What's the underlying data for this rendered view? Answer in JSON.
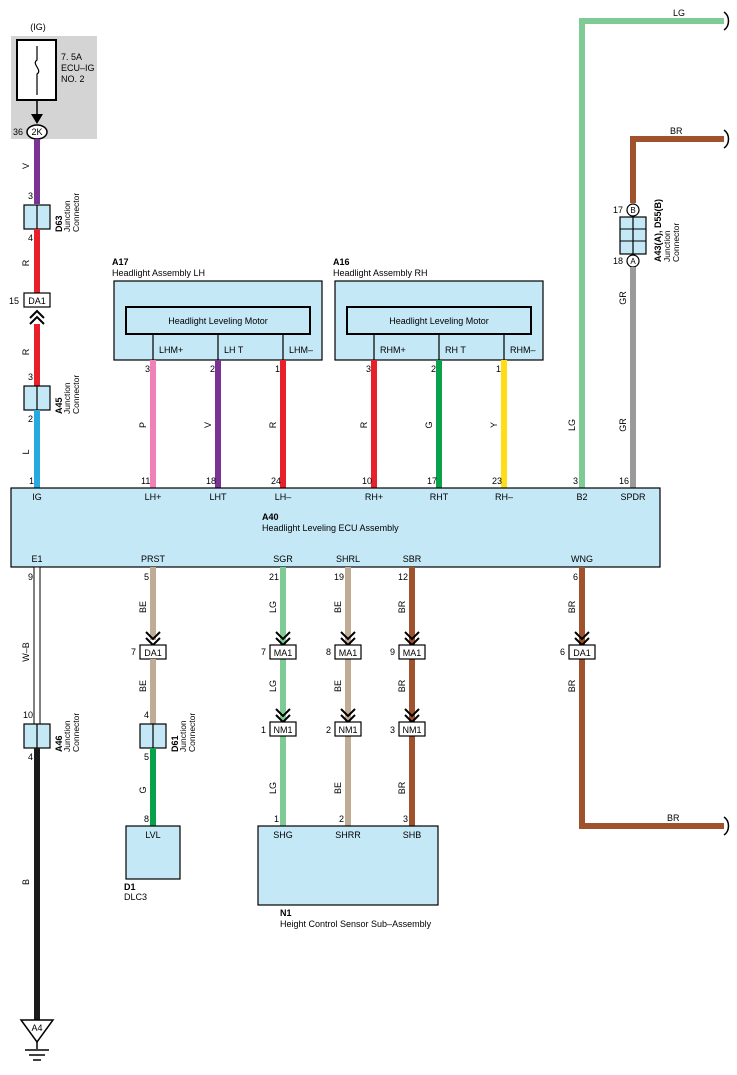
{
  "fuse": {
    "ig": "(IG)",
    "rating": "7. 5A",
    "name": "ECU–IG",
    "no": "NO. 2"
  },
  "top_labels": {
    "pin36": "36",
    "conn_2k": "2K"
  },
  "d63": {
    "code": "D63",
    "desc1": "Junction",
    "desc2": "Connector",
    "pin_top": "3",
    "pin_bot": "4"
  },
  "a45": {
    "code": "A45",
    "desc1": "Junction",
    "desc2": "Connector",
    "pin_top": "3",
    "pin_bot": "2"
  },
  "da1_top": {
    "pin": "15",
    "label": "DA1"
  },
  "wire_colors": {
    "v": "V",
    "r": "R",
    "r2": "R",
    "l": "L",
    "p": "P",
    "v2": "V",
    "r3": "R",
    "r4": "R",
    "g": "G",
    "y": "Y",
    "lg": "LG",
    "gr1": "GR",
    "gr2": "GR",
    "lg_top": "LG",
    "br_top": "BR",
    "br_bot": "BR",
    "wb": "W–B",
    "b": "B",
    "be1": "BE",
    "be2": "BE",
    "g2": "G",
    "lg1": "LG",
    "lg2": "LG",
    "lg3": "LG",
    "be3": "BE",
    "be4": "BE",
    "be5": "BE",
    "br1": "BR",
    "br2": "BR",
    "br3": "BR",
    "br4": "BR",
    "br5": "BR"
  },
  "a17": {
    "code": "A17",
    "name": "Headlight Assembly LH",
    "motor": "Headlight Leveling Motor",
    "t1": "LHM+",
    "t2": "LH T",
    "t3": "LHM–",
    "p1": "3",
    "p2": "2",
    "p3": "1"
  },
  "a16": {
    "code": "A16",
    "name": "Headlight Assembly RH",
    "motor": "Headlight Leveling Motor",
    "t1": "RHM+",
    "t2": "RH T",
    "t3": "RHM–",
    "p1": "3",
    "p2": "2",
    "p3": "1"
  },
  "a43": {
    "code": "A43(A), D55(B)",
    "desc1": "Junction",
    "desc2": "Connector",
    "pin_b": "17",
    "pin_a": "18",
    "lb": "B",
    "la": "A"
  },
  "a40": {
    "code": "A40",
    "name": "Headlight Leveling ECU Assembly",
    "top_pins": [
      {
        "num": "1",
        "term": "IG"
      },
      {
        "num": "11",
        "term": "LH+"
      },
      {
        "num": "18",
        "term": "LHT"
      },
      {
        "num": "24",
        "term": "LH–"
      },
      {
        "num": "10",
        "term": "RH+"
      },
      {
        "num": "17",
        "term": "RHT"
      },
      {
        "num": "23",
        "term": "RH–"
      },
      {
        "num": "3",
        "term": "B2"
      },
      {
        "num": "16",
        "term": "SPDR"
      }
    ],
    "bottom_pins": [
      {
        "num": "9",
        "term": "E1"
      },
      {
        "num": "5",
        "term": "PRST"
      },
      {
        "num": "21",
        "term": "SGR"
      },
      {
        "num": "19",
        "term": "SHRL"
      },
      {
        "num": "12",
        "term": "SBR"
      },
      {
        "num": "6",
        "term": "WNG"
      }
    ]
  },
  "ma1": {
    "label": "MA1",
    "p1": "7",
    "p2": "8",
    "p3": "9"
  },
  "nm1": {
    "label": "NM1",
    "p1": "1",
    "p2": "2",
    "p3": "3"
  },
  "da1_low": {
    "label": "DA1",
    "p_left": "7",
    "p_right": "6"
  },
  "a46": {
    "code": "A46",
    "desc1": "Junction",
    "desc2": "Connector",
    "pin_top": "10",
    "pin_bot": "4"
  },
  "d61": {
    "code": "D61",
    "desc1": "Junction",
    "desc2": "Connector",
    "pin_top": "4",
    "pin_bot": "5"
  },
  "d1": {
    "code": "D1",
    "name": "DLC3",
    "term": "LVL",
    "pin": "8"
  },
  "n1": {
    "code": "N1",
    "name": "Height Control Sensor Sub–Assembly",
    "t1": "SHG",
    "t2": "SHRR",
    "t3": "SHB",
    "p1": "1",
    "p2": "2",
    "p3": "3"
  },
  "ground": {
    "code": "A4"
  },
  "colors": {
    "violet": "#7b3294",
    "red": "#e8202a",
    "blue": "#29a9e1",
    "pink": "#f081b8",
    "green": "#0aa14b",
    "yellow": "#ffde17",
    "lightgreen": "#7fcb96",
    "gray": "#9a9a9a",
    "brown": "#a0522d",
    "beige": "#c0ab95",
    "black": "#1a1a1a",
    "box": "#c5e8f7",
    "fusebg": "#d4d4d4"
  }
}
